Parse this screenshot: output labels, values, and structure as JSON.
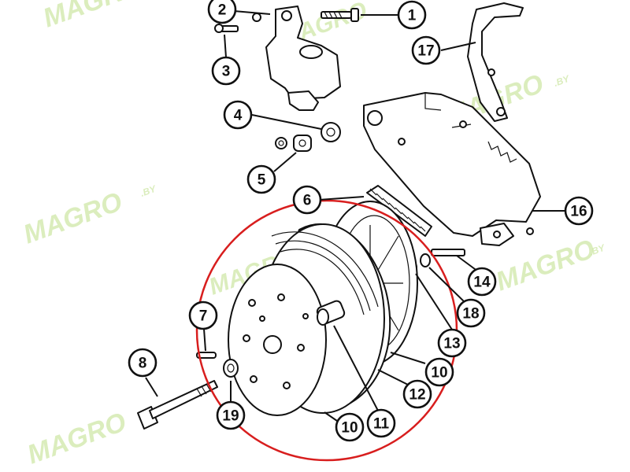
{
  "watermark": {
    "brand": "MAGRO",
    "suffix": ".BY",
    "color": "#cfe8a8"
  },
  "highlight_color": "#d81e1e",
  "callouts": [
    {
      "id": "1",
      "label": "1"
    },
    {
      "id": "2",
      "label": "2"
    },
    {
      "id": "3",
      "label": "3"
    },
    {
      "id": "4",
      "label": "4"
    },
    {
      "id": "5",
      "label": "5"
    },
    {
      "id": "6",
      "label": "6"
    },
    {
      "id": "7",
      "label": "7"
    },
    {
      "id": "8",
      "label": "8"
    },
    {
      "id": "10a",
      "label": "10"
    },
    {
      "id": "10b",
      "label": "10"
    },
    {
      "id": "11",
      "label": "11"
    },
    {
      "id": "12",
      "label": "12"
    },
    {
      "id": "13",
      "label": "13"
    },
    {
      "id": "14",
      "label": "14"
    },
    {
      "id": "16",
      "label": "16"
    },
    {
      "id": "17",
      "label": "17"
    },
    {
      "id": "18",
      "label": "18"
    },
    {
      "id": "19",
      "label": "19"
    }
  ]
}
